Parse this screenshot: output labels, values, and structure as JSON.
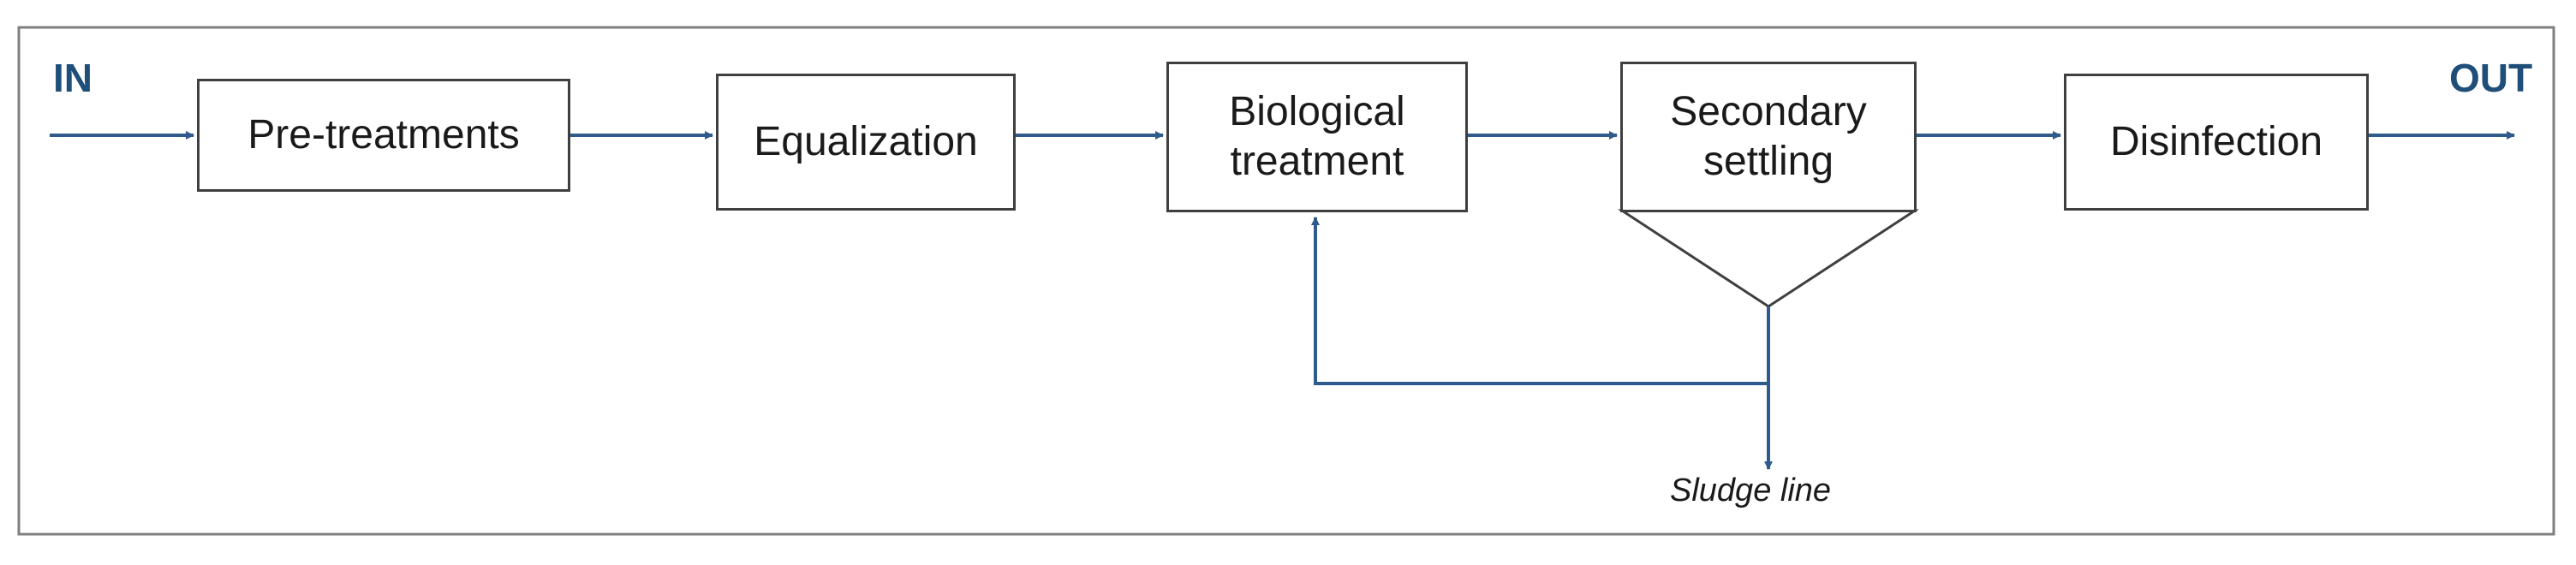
{
  "labels": {
    "input": "IN",
    "output": "OUT",
    "sludge": "Sludge line"
  },
  "steps": [
    {
      "label": "Pre-treatments"
    },
    {
      "label": "Equalization"
    },
    {
      "label": "Biological\ntreatment"
    },
    {
      "label": "Secondary\nsettling"
    },
    {
      "label": "Disinfection"
    }
  ],
  "colors": {
    "flow_line": "#2e5b8c",
    "io_text": "#1f4e79",
    "box_border": "#3f3f3f",
    "frame": "#7f7f7f"
  }
}
